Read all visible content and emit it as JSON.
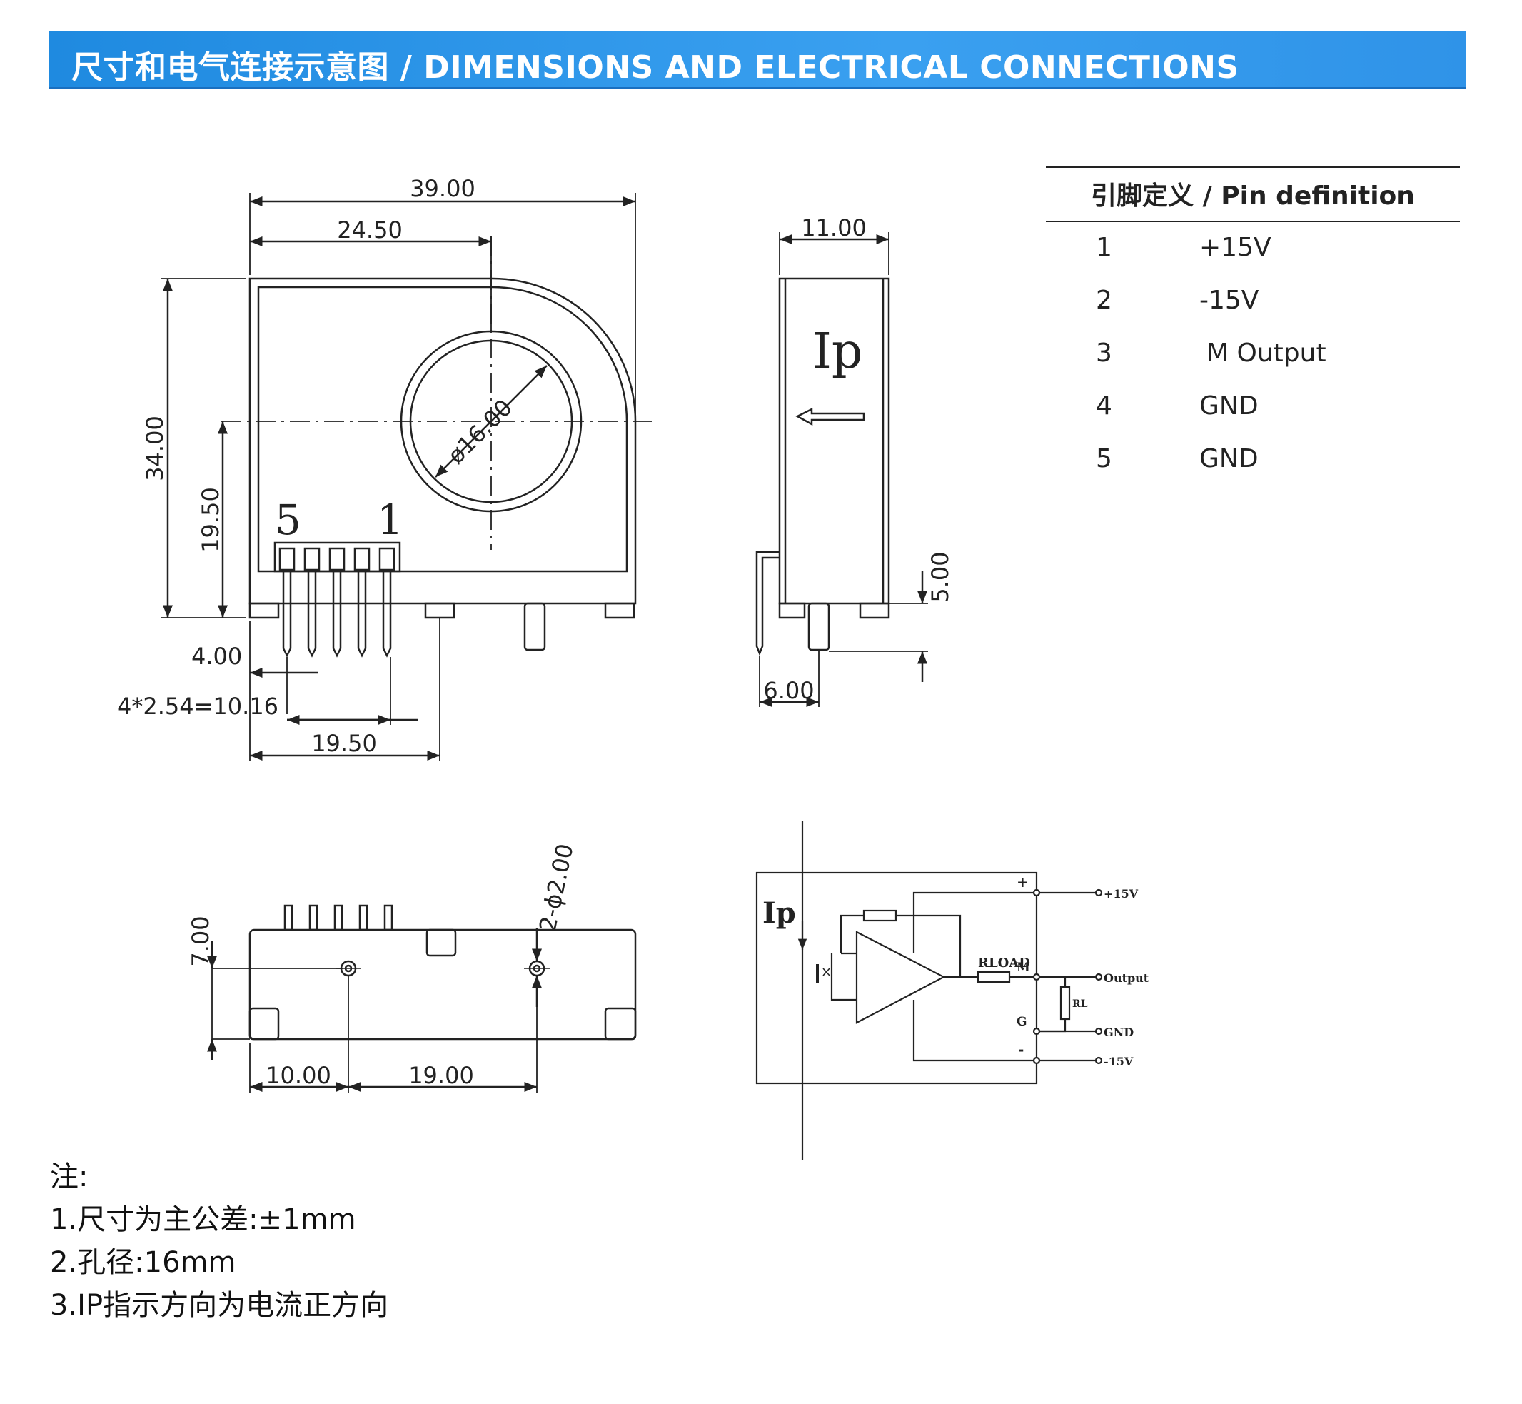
{
  "header": {
    "title": "尺寸和电气连接示意图 / DIMENSIONS AND ELECTRICAL CONNECTIONS"
  },
  "front_view": {
    "dim_overall_width": "39.00",
    "dim_hole_center_x": "24.50",
    "dim_overall_height": "34.00",
    "dim_hole_center_y": "19.50",
    "dim_hole_diameter": "ø16.00",
    "pin_label_left": "5",
    "pin_label_right": "1",
    "dim_pin_offset": "4.00",
    "dim_pin_pitch": "4*2.54=10.16",
    "dim_mount_x": "19.50"
  },
  "side_view": {
    "dim_thickness": "11.00",
    "current_label": "Ip",
    "dim_pin_length": "5.00",
    "dim_pin_spacing": "6.00"
  },
  "bottom_view": {
    "dim_height": "7.00",
    "dim_hole_left": "10.00",
    "dim_hole_spacing": "19.00",
    "dim_mount_holes": "2-ϕ2.00"
  },
  "schematic": {
    "current_label": "Ip",
    "terminal_pos": "+15V",
    "terminal_output": "Output",
    "terminal_gnd": "GND",
    "terminal_neg": "-15V",
    "resistor_label": "RLOAD",
    "load_label": "RL",
    "node_m": "M",
    "node_g": "G",
    "node_plus": "+",
    "node_minus": "-"
  },
  "pin_table": {
    "title": "引脚定义 / Pin definition",
    "rows": [
      {
        "pin": "1",
        "definition": "+15V"
      },
      {
        "pin": "2",
        "definition": "-15V"
      },
      {
        "pin": "3",
        "definition": "M  Output"
      },
      {
        "pin": "4",
        "definition": "GND"
      },
      {
        "pin": "5",
        "definition": "GND"
      }
    ]
  },
  "notes": {
    "heading": "注:",
    "items": [
      "1.尺寸为主公差:±1mm",
      "2.孔径:16mm",
      "3.IP指示方向为电流正方向"
    ]
  }
}
